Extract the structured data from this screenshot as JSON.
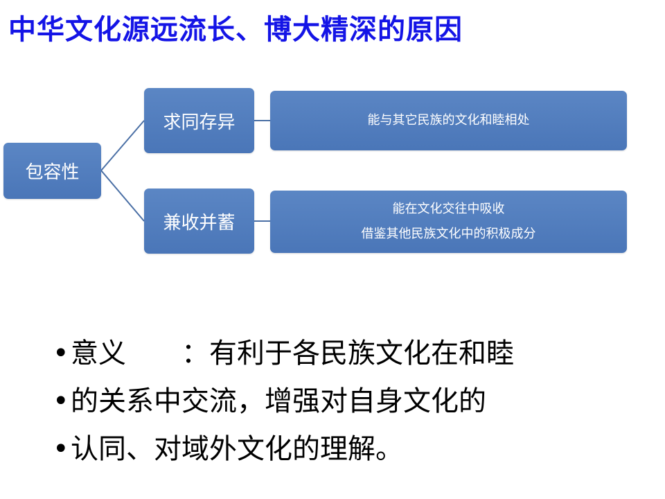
{
  "title": "中华文化源远流长、博大精深的原因",
  "diagram": {
    "root": "包容性",
    "branches": [
      {
        "label": "求同存异",
        "detail_lines": [
          "能与其它民族的文化和睦相处"
        ]
      },
      {
        "label": "兼收并蓄",
        "detail_lines": [
          "能在文化交往中吸收",
          "借鉴其他民族文化中的积极成分"
        ]
      }
    ],
    "colors": {
      "node_fill": "#4f7dbd",
      "connector": "#4a6fa5",
      "title": "#1414e6"
    }
  },
  "bullets": [
    {
      "marker": "•",
      "text": "意义　　：有利于各民族文化在和睦"
    },
    {
      "marker": "•",
      "text": "的关系中交流，增强对自身文化的"
    },
    {
      "marker": "•",
      "text": "认同、对域外文化的理解。"
    }
  ]
}
